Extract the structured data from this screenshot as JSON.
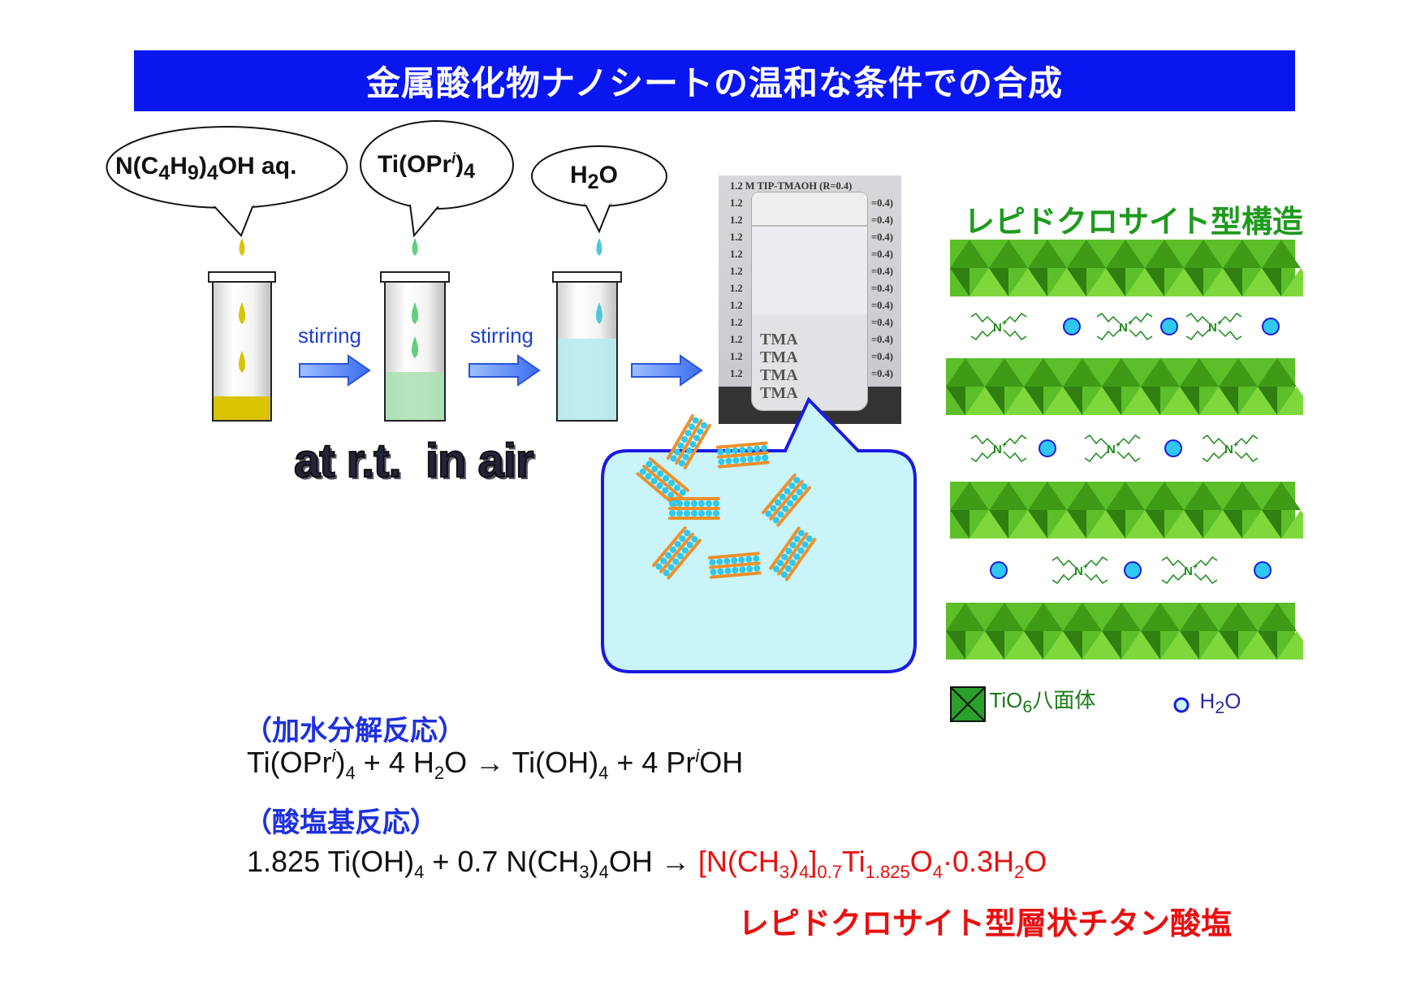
{
  "title": "金属酸化物ナノシートの温和な条件での合成",
  "reagents": {
    "r1": {
      "a": "N(C",
      "s1": "4",
      "b": "H",
      "s2": "9",
      "c": ")",
      "s3": "4",
      "d": "OH aq."
    },
    "r2": {
      "a": "Ti(OPr",
      "sup": "i",
      "b": ")",
      "s": "4"
    },
    "r3": {
      "a": "H",
      "s": "2",
      "b": "O"
    }
  },
  "steps": {
    "stir1": "stirring",
    "stir2": "stirring"
  },
  "conditions": {
    "rt": "at r.t.",
    "air": "in air"
  },
  "photo_labels": {
    "full": "1.2 M TIP-TMAOH (R=0.4)",
    "short": "1.2",
    "tail": "=0.4)",
    "tma": "TMA"
  },
  "structure": {
    "title": "レピドクロサイト型構造",
    "cation": "N",
    "cation_charge": "+",
    "legend_octahedron": {
      "a": "TiO",
      "s": "6",
      "b": "八面体"
    },
    "legend_water": {
      "a": "H",
      "s": "2",
      "b": "O"
    }
  },
  "colors": {
    "title_bg": "#0a16f0",
    "green": "#4caf1a",
    "water": "#2ec8f0",
    "red": "#e81010",
    "blue": "#1e30e0"
  },
  "reactions": {
    "hydrolysis_heading": "（加水分解反応）",
    "eq1": {
      "a": "Ti(OPr",
      "sup1": "i",
      "b": ")",
      "s1": "4",
      "c": " + 4 H",
      "s2": "2",
      "d": "O → Ti(OH)",
      "s3": "4",
      "e": " + 4 Pr",
      "sup2": "i",
      "f": "OH"
    },
    "acidbase_heading": "（酸塩基反応）",
    "eq2": {
      "a": "1.825 Ti(OH)",
      "s1": "4",
      "b": " + 0.7 N(CH",
      "s2": "3",
      "c": ")",
      "s3": "4",
      "d": "OH → ",
      "p1": "[N(CH",
      "ps1": "3",
      "p2": ")",
      "ps2": "4",
      "p3": "]",
      "ps3": "0.7",
      "p4": "Ti",
      "ps4": "1.825",
      "p5": "O",
      "ps5": "4",
      "p6": "·0.3H",
      "ps6": "2",
      "p7": "O"
    },
    "product_name": "レピドクロサイト型層状チタン酸塩"
  }
}
